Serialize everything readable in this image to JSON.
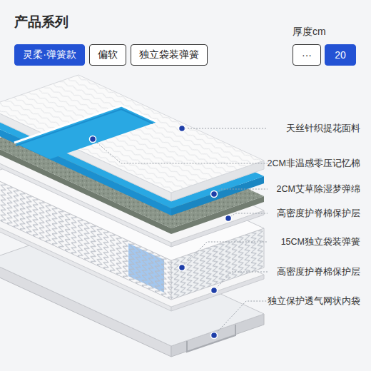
{
  "diagram": {
    "title": "产品系列",
    "nodes": [
      {
        "text": [
          "灵柔·弹簧款"
        ]
      },
      {
        "text": [
          "偏软"
        ]
      },
      {
        "text": [
          "独立袋装弹簧"
        ]
      },
      {
        "text": [
          "···"
        ]
      },
      {
        "text": [
          "20"
        ]
      }
    ],
    "labels": [
      "厚度cm",
      "天丝针织提花面料",
      "2CM非温感零压记忆棉",
      "2CM艾草除湿梦弹绵",
      "高密度护脊棉保护层",
      "15CM独立袋装弹簧",
      "高密度护脊棉保护层",
      "独立保护透气网状内袋"
    ]
  }
}
